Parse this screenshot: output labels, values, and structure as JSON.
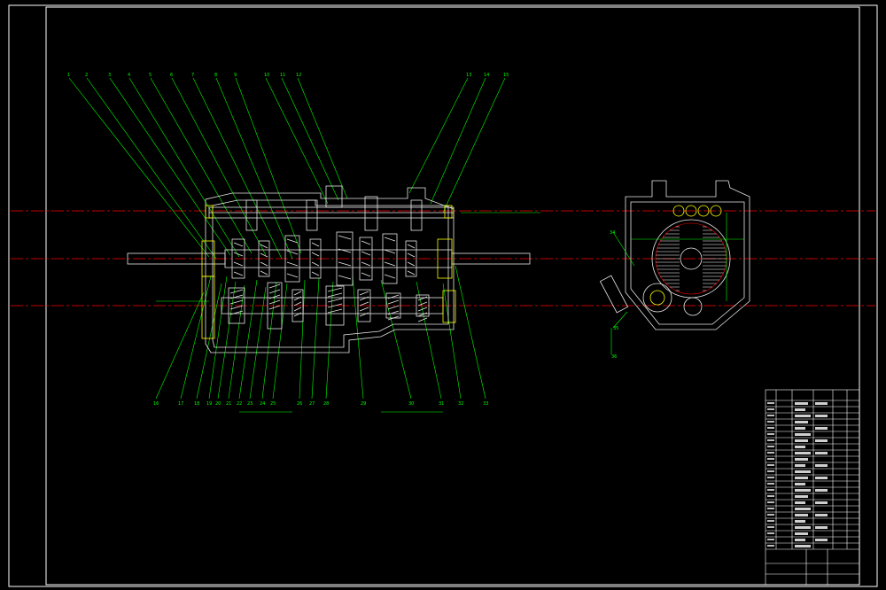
{
  "colors": {
    "background": "#000000",
    "frame": "#ffffff",
    "drawing": "#e8e8e8",
    "leader": "#00ff00",
    "center_line": "#ff0000",
    "bearing": "#ffff00",
    "hatch": "#ffffff"
  },
  "top_labels": [
    "1",
    "2",
    "3",
    "4",
    "5",
    "6",
    "7",
    "8",
    "9",
    "10",
    "11",
    "12",
    "13",
    "14",
    "15"
  ],
  "bottom_labels": [
    "16",
    "17",
    "18",
    "19",
    "20",
    "21",
    "22",
    "23",
    "24",
    "25",
    "26",
    "27",
    "28",
    "29",
    "30",
    "31",
    "32",
    "33"
  ],
  "side_labels": [
    "34",
    "35",
    "36"
  ],
  "notes": {
    "title": "",
    "heading": "",
    "lines": [
      "",
      "",
      "",
      "",
      "",
      "",
      "",
      "",
      "",
      ""
    ]
  },
  "title_block": {
    "drawing_no": "",
    "scale": ""
  }
}
